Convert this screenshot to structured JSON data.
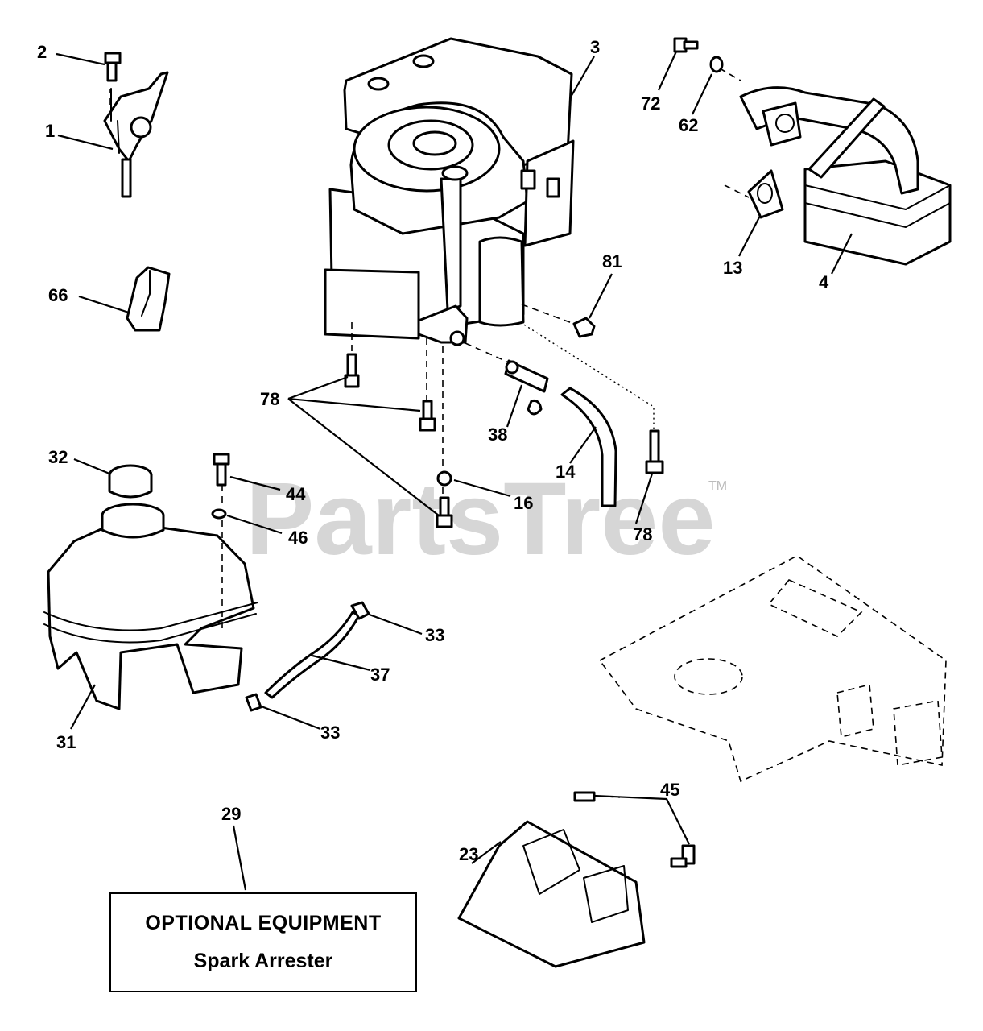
{
  "watermark": {
    "text": "PartsTree",
    "tm": "TM"
  },
  "callouts": {
    "c1": "1",
    "c2": "2",
    "c3": "3",
    "c4": "4",
    "c13": "13",
    "c14": "14",
    "c16": "16",
    "c23": "23",
    "c29": "29",
    "c31": "31",
    "c32": "32",
    "c33a": "33",
    "c33b": "33",
    "c37": "37",
    "c38": "38",
    "c44": "44",
    "c45": "45",
    "c46": "46",
    "c62": "62",
    "c66": "66",
    "c72": "72",
    "c78a": "78",
    "c78b": "78",
    "c81": "81"
  },
  "optional_box": {
    "title": "OPTIONAL EQUIPMENT",
    "subtitle": "Spark Arrester"
  },
  "colors": {
    "line": "#000000",
    "background": "#ffffff",
    "watermark": "#cfcfcf"
  },
  "icons": [
    "throttle-control-icon",
    "engine-icon",
    "muffler-icon",
    "fuel-tank-icon",
    "frame-plate-icon",
    "heat-shield-icon"
  ]
}
